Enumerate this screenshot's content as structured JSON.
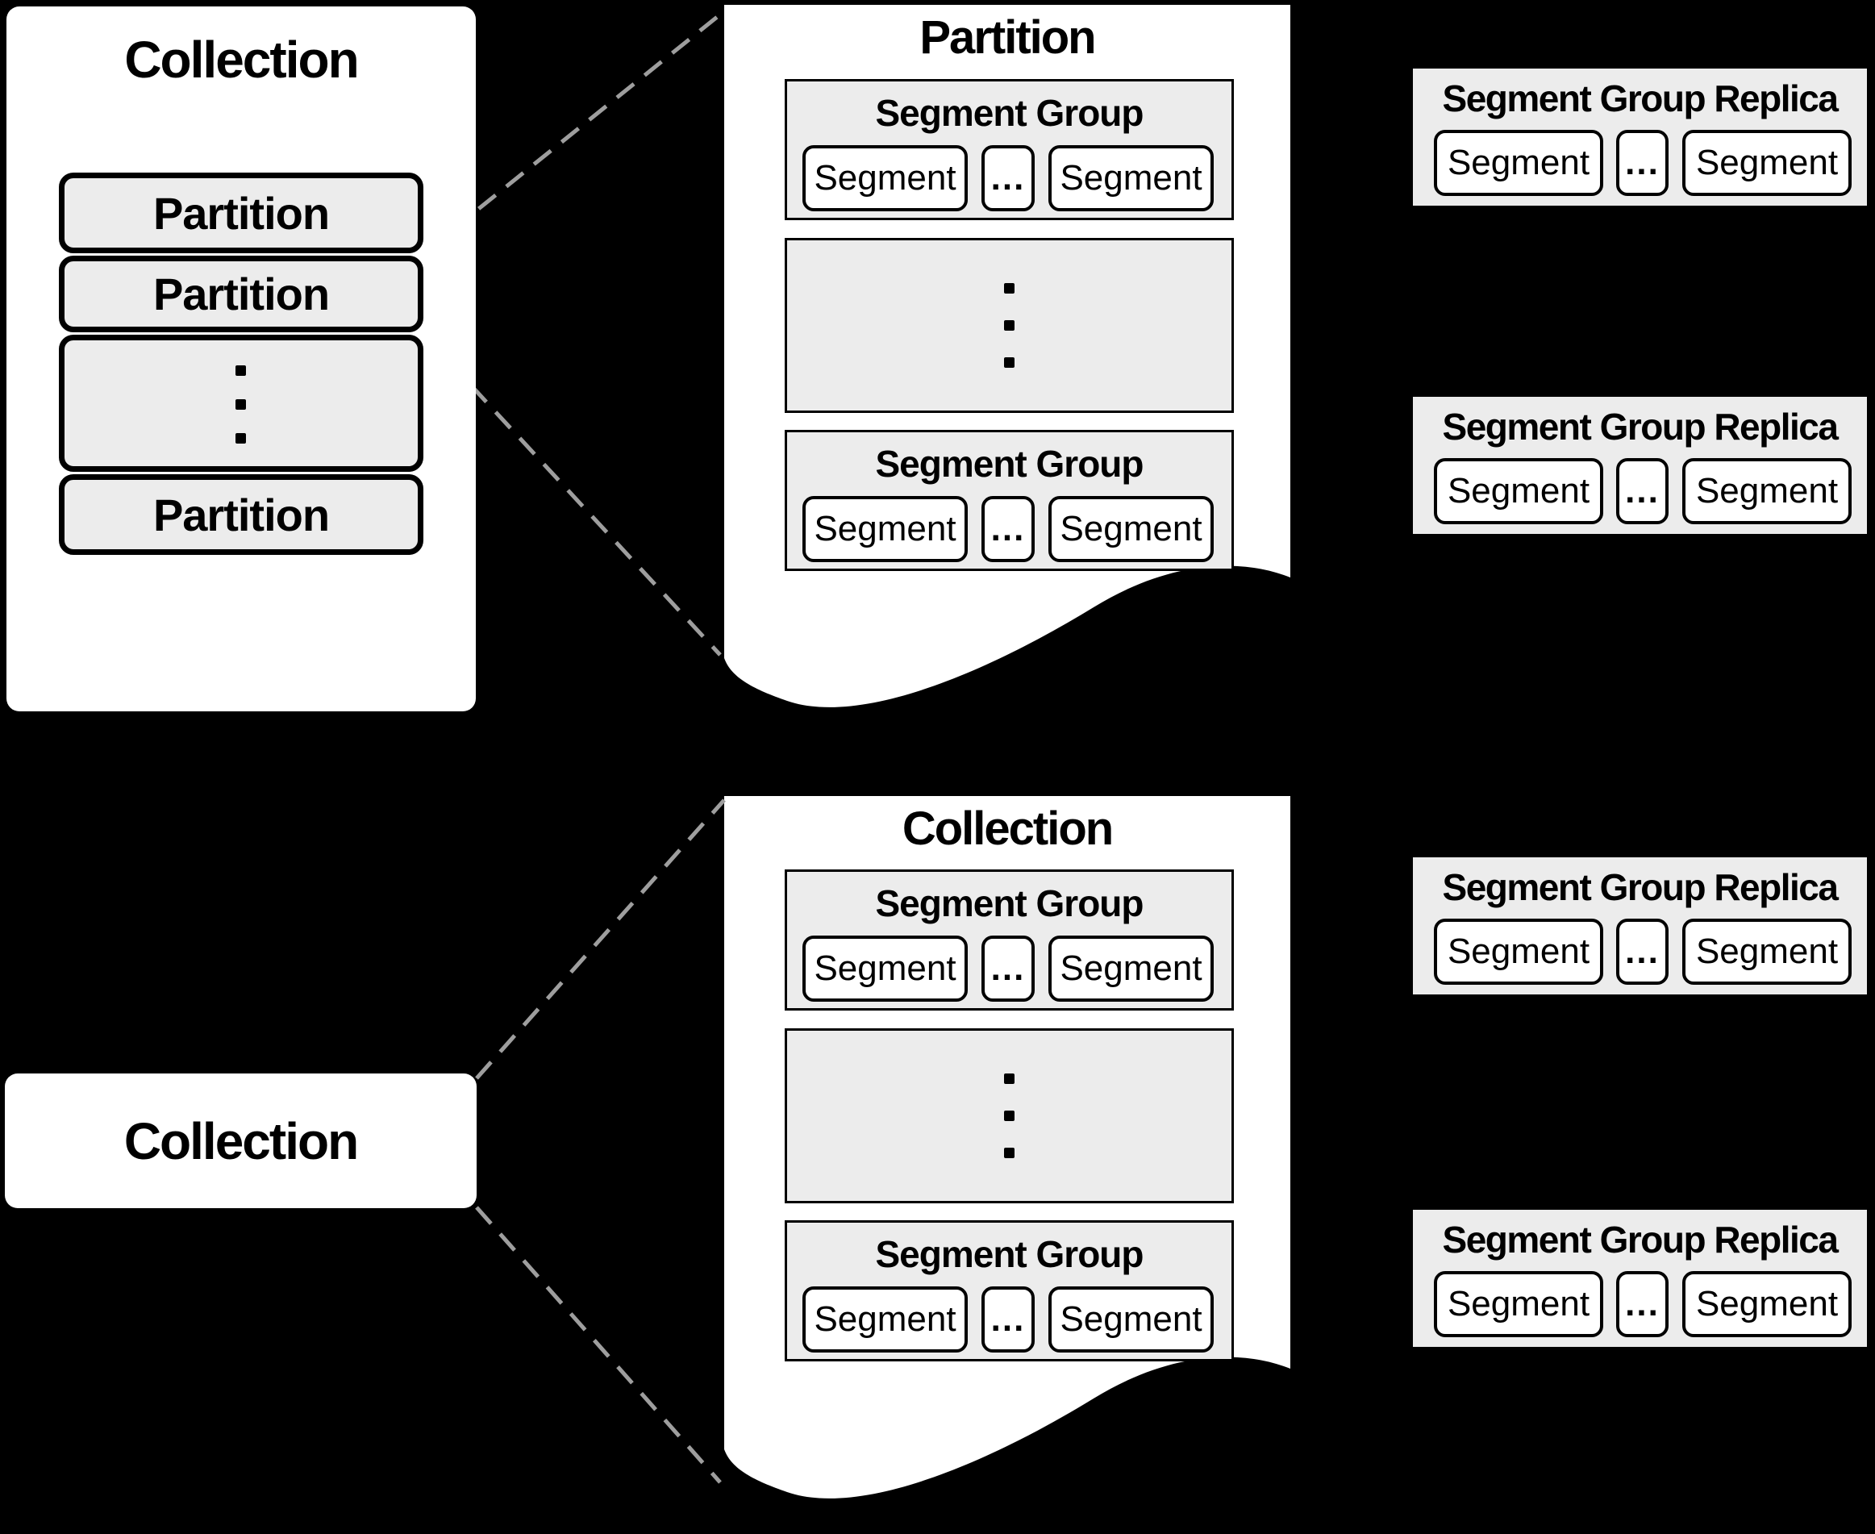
{
  "colors": {
    "background": "#000000",
    "paper": "#ffffff",
    "box_fill": "#ececec",
    "border": "#000000",
    "dashed_connector": "#9e9e9e"
  },
  "top_left_collection": {
    "title": "Collection",
    "partitions": [
      "Partition",
      "Partition",
      "Partition"
    ],
    "vertical_ellipsis": "⋮"
  },
  "partition_panel": {
    "title": "Partition",
    "vertical_ellipsis": "⋮",
    "segment_groups": [
      {
        "title": "Segment Group",
        "segments": [
          "Segment",
          "Segment"
        ],
        "ellipsis": "..."
      },
      {
        "title": "Segment Group",
        "segments": [
          "Segment",
          "Segment"
        ],
        "ellipsis": "..."
      }
    ]
  },
  "bottom_left_collection": {
    "title": "Collection"
  },
  "collection_panel": {
    "title": "Collection",
    "vertical_ellipsis": "⋮",
    "segment_groups": [
      {
        "title": "Segment Group",
        "segments": [
          "Segment",
          "Segment"
        ],
        "ellipsis": "..."
      },
      {
        "title": "Segment Group",
        "segments": [
          "Segment",
          "Segment"
        ],
        "ellipsis": "..."
      }
    ]
  },
  "replicas": [
    {
      "title": "Segment Group Replica",
      "segments": [
        "Segment",
        "Segment"
      ],
      "ellipsis": "..."
    },
    {
      "title": "Segment Group Replica",
      "segments": [
        "Segment",
        "Segment"
      ],
      "ellipsis": "..."
    },
    {
      "title": "Segment Group Replica",
      "segments": [
        "Segment",
        "Segment"
      ],
      "ellipsis": "..."
    },
    {
      "title": "Segment Group Replica",
      "segments": [
        "Segment",
        "Segment"
      ],
      "ellipsis": "..."
    }
  ]
}
